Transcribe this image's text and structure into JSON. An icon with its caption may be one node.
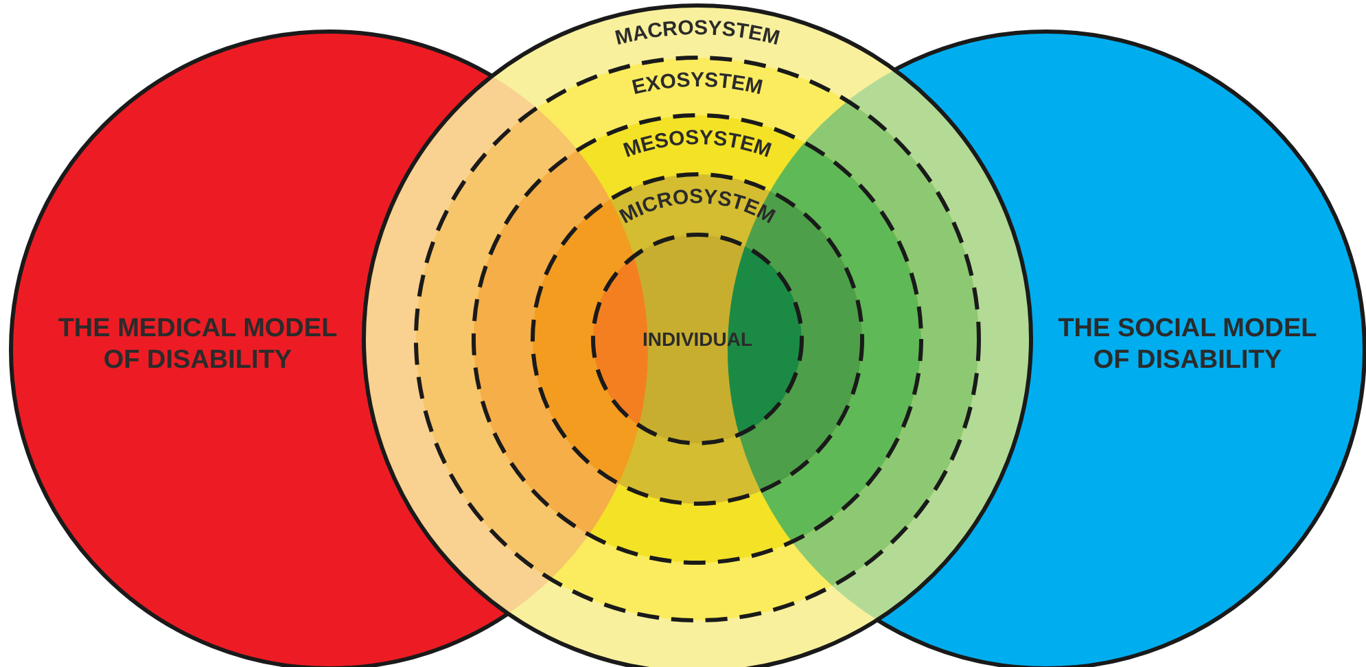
{
  "diagram": {
    "nodes": [
      {
        "text": [
          "THE MEDICAL MODEL OF DISABILITY"
        ]
      },
      {
        "text": [
          "THE SOCIAL MODEL OF DISABILITY"
        ]
      },
      {
        "text": [
          "MACROSYSTEM"
        ]
      },
      {
        "text": [
          "EXOSYSTEM"
        ],
        "in": 2
      },
      {
        "text": [
          "MESOSYSTEM"
        ],
        "in": 3
      },
      {
        "text": [
          "MICROSYSTEM"
        ],
        "in": 4
      },
      {
        "text": [
          "INDIVIDUAL"
        ],
        "in": 5
      }
    ]
  }
}
